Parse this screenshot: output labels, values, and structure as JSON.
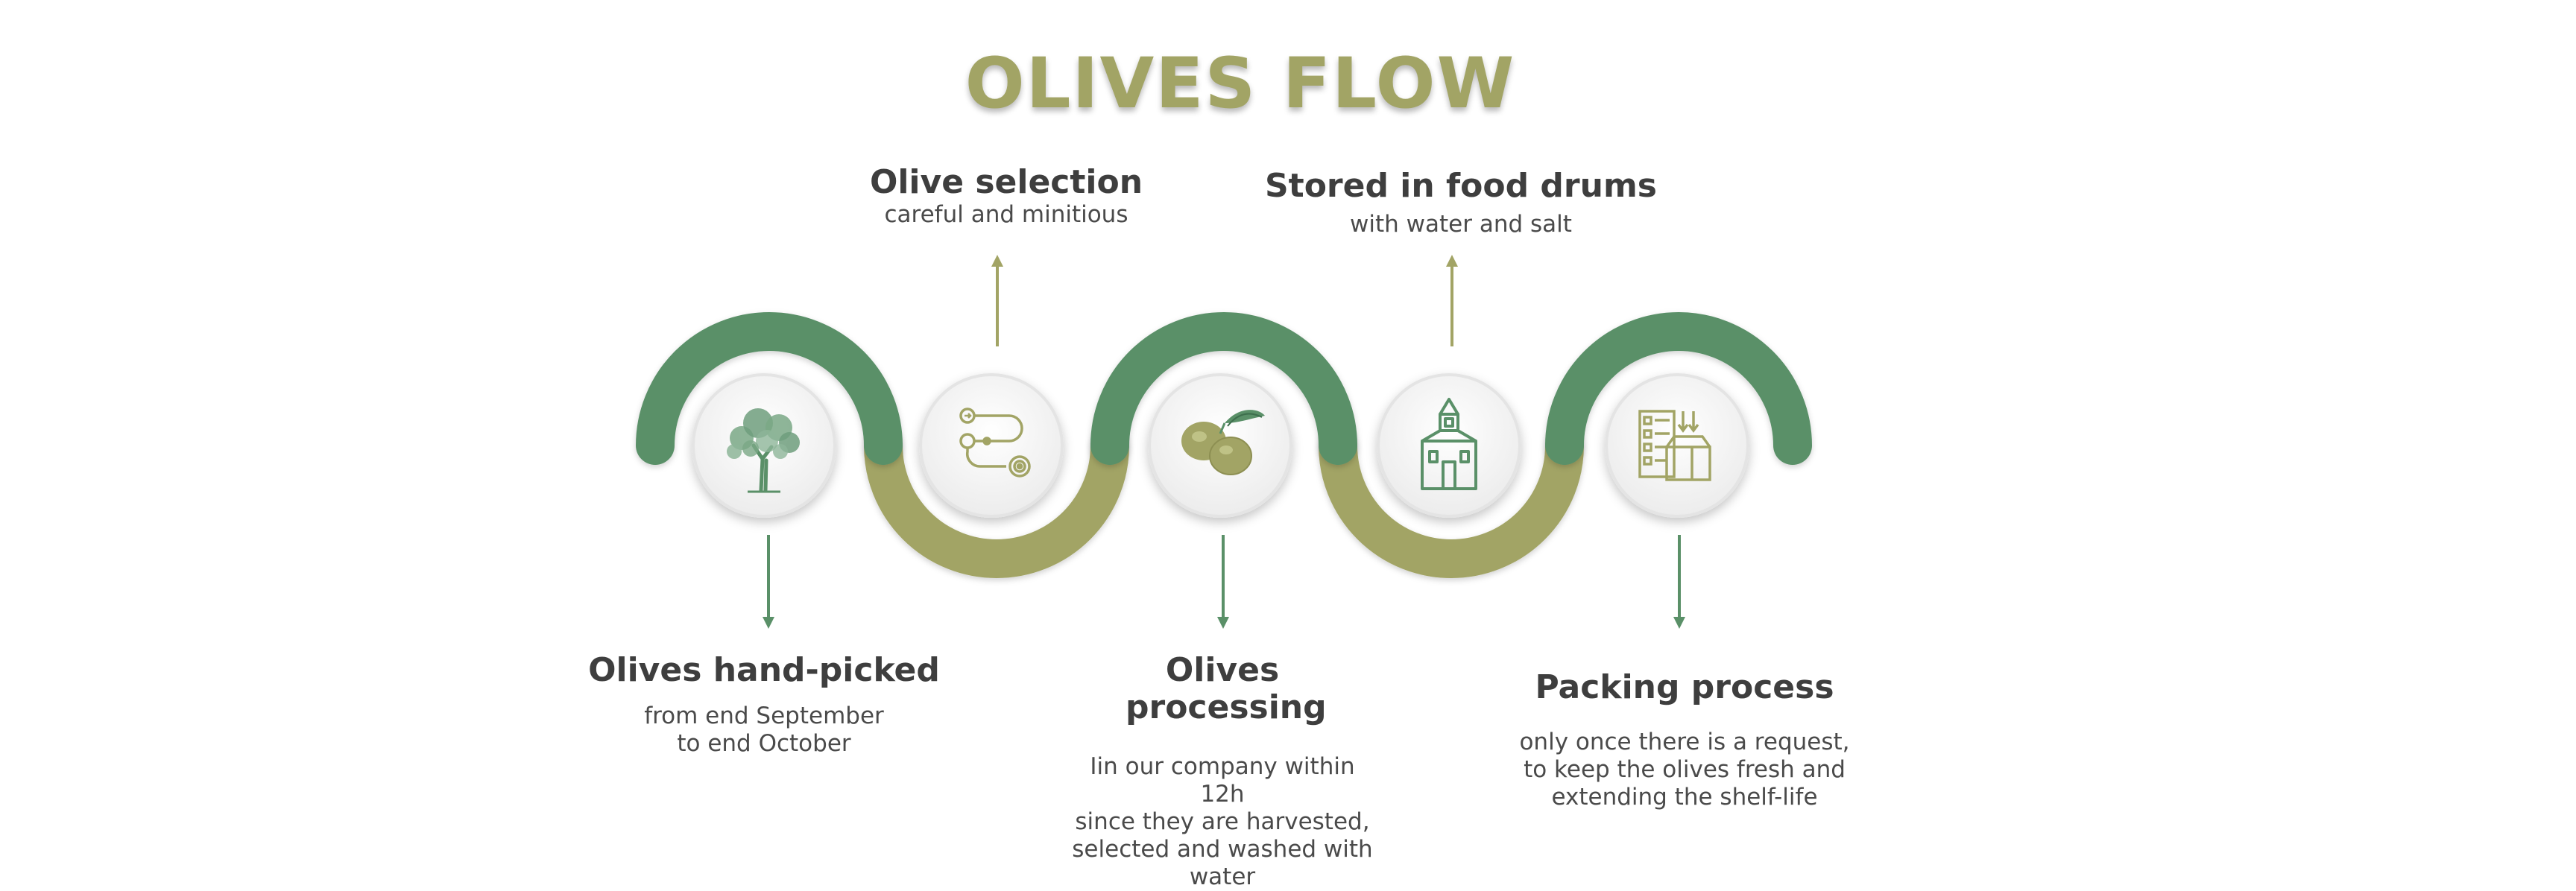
{
  "title": "OLIVES FLOW",
  "steps": [
    {
      "icon": "olive-tree-icon",
      "heading": "Olives hand-picked",
      "description": "from end September\nto end October"
    },
    {
      "icon": "selection-path-icon",
      "heading": "Olive selection",
      "description": "careful and minitious"
    },
    {
      "icon": "olives-icon",
      "heading": "Olives\nprocessing",
      "description": "Iin our company within 12h\nsince they are harvested,\nselected and washed with\nwater"
    },
    {
      "icon": "storage-building-icon",
      "heading": "Stored in food drums",
      "description": "with water and salt"
    },
    {
      "icon": "packing-checklist-icon",
      "heading": "Packing process",
      "description": "only once there is a request,\nto keep the olives fresh and\nextending the shelf-life"
    }
  ],
  "colors": {
    "title": "#a2a465",
    "dark_green": "#5a9068",
    "olive": "#a2a465",
    "text": "#3e3e3e",
    "disc": "#f5f5f5"
  }
}
